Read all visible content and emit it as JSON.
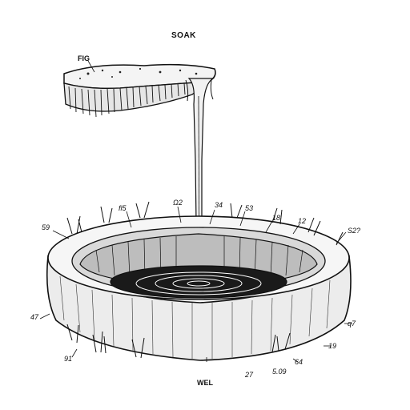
{
  "diagram": {
    "title": "SOAK",
    "fig_label": "FIG",
    "bottom_label": "WEL",
    "callouts": [
      "59",
      "fl5",
      "Ω2",
      "34",
      "53",
      "18",
      "12",
      "S2?",
      "47",
      "91",
      "q7",
      "19",
      "64",
      "5.09",
      "27"
    ]
  },
  "colors": {
    "ink": "#111111",
    "paper": "#ffffff",
    "water": "#1a1a1a"
  }
}
